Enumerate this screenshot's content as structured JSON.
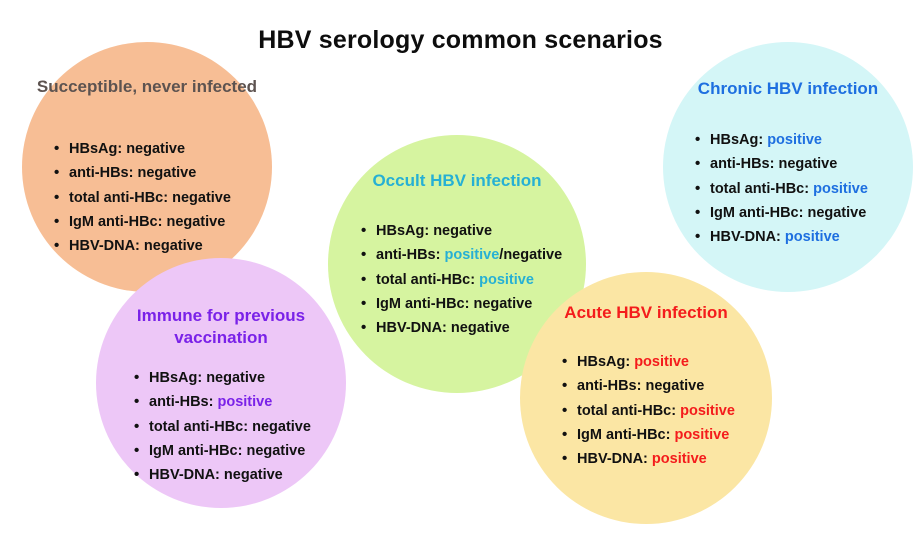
{
  "title": "HBV serology common scenarios",
  "markers": [
    "HBsAg",
    "anti-HBs",
    "total anti-HBc",
    "IgM anti-HBc",
    "HBV-DNA"
  ],
  "colors": {
    "susceptible_fill": "#F7BE95",
    "susceptible_heading": "#5D5350",
    "immune_fill": "#EDC7F7",
    "immune_heading": "#7A22E8",
    "immune_accent": "#7A22E8",
    "occult_fill": "#D6F4A0",
    "occult_heading": "#26B0D4",
    "occult_accent": "#26B0D4",
    "acute_fill": "#FBE6A4",
    "acute_heading": "#F41C1C",
    "acute_accent": "#F41C1C",
    "chronic_fill": "#D4F6F7",
    "chronic_heading": "#1E6FE0",
    "chronic_accent": "#1E6FE0",
    "negative_text": "#111111",
    "title_text": "#0D0D0D",
    "background": "#FFFFFF"
  },
  "bubbles": {
    "susceptible": {
      "heading": "Succeptible, never infected",
      "items": [
        {
          "label": "HBsAg:",
          "value": "negative",
          "value2": "",
          "sep": ""
        },
        {
          "label": "anti-HBs:",
          "value": "negative",
          "value2": "",
          "sep": ""
        },
        {
          "label": "total anti-HBc:",
          "value": "negative",
          "value2": "",
          "sep": ""
        },
        {
          "label": "IgM anti-HBc:",
          "value": "negative",
          "value2": "",
          "sep": ""
        },
        {
          "label": "HBV-DNA:",
          "value": "negative",
          "value2": "",
          "sep": ""
        }
      ]
    },
    "immune": {
      "heading": "Immune for previous vaccination",
      "items": [
        {
          "label": "HBsAg:",
          "value": "negative",
          "value2": "",
          "sep": ""
        },
        {
          "label": "anti-HBs:",
          "value": "positive",
          "value2": "",
          "sep": ""
        },
        {
          "label": "total anti-HBc:",
          "value": "negative",
          "value2": "",
          "sep": ""
        },
        {
          "label": "IgM anti-HBc:",
          "value": "negative",
          "value2": "",
          "sep": ""
        },
        {
          "label": "HBV-DNA:",
          "value": "negative",
          "value2": "",
          "sep": ""
        }
      ]
    },
    "occult": {
      "heading": "Occult HBV infection",
      "items": [
        {
          "label": "HBsAg:",
          "value": "negative",
          "value2": "",
          "sep": ""
        },
        {
          "label": "anti-HBs:",
          "value": "positive",
          "value2": "negative",
          "sep": "/"
        },
        {
          "label": "total anti-HBc:",
          "value": "positive",
          "value2": "",
          "sep": ""
        },
        {
          "label": "IgM anti-HBc:",
          "value": "negative",
          "value2": "",
          "sep": ""
        },
        {
          "label": "HBV-DNA:",
          "value": "negative",
          "value2": "",
          "sep": ""
        }
      ]
    },
    "acute": {
      "heading": "Acute HBV infection",
      "items": [
        {
          "label": "HBsAg:",
          "value": "positive",
          "value2": "",
          "sep": ""
        },
        {
          "label": "anti-HBs:",
          "value": "negative",
          "value2": "",
          "sep": ""
        },
        {
          "label": "total anti-HBc:",
          "value": "positive",
          "value2": "",
          "sep": ""
        },
        {
          "label": "IgM anti-HBc:",
          "value": "positive",
          "value2": "",
          "sep": ""
        },
        {
          "label": "HBV-DNA:",
          "value": "positive",
          "value2": "",
          "sep": ""
        }
      ]
    },
    "chronic": {
      "heading": "Chronic HBV infection",
      "items": [
        {
          "label": "HBsAg:",
          "value": "positive",
          "value2": "",
          "sep": ""
        },
        {
          "label": "anti-HBs:",
          "value": "negative",
          "value2": "",
          "sep": ""
        },
        {
          "label": "total anti-HBc:",
          "value": "positive",
          "value2": "",
          "sep": ""
        },
        {
          "label": "IgM anti-HBc:",
          "value": "negative",
          "value2": "",
          "sep": ""
        },
        {
          "label": "HBV-DNA:",
          "value": "positive",
          "value2": "",
          "sep": ""
        }
      ]
    }
  }
}
